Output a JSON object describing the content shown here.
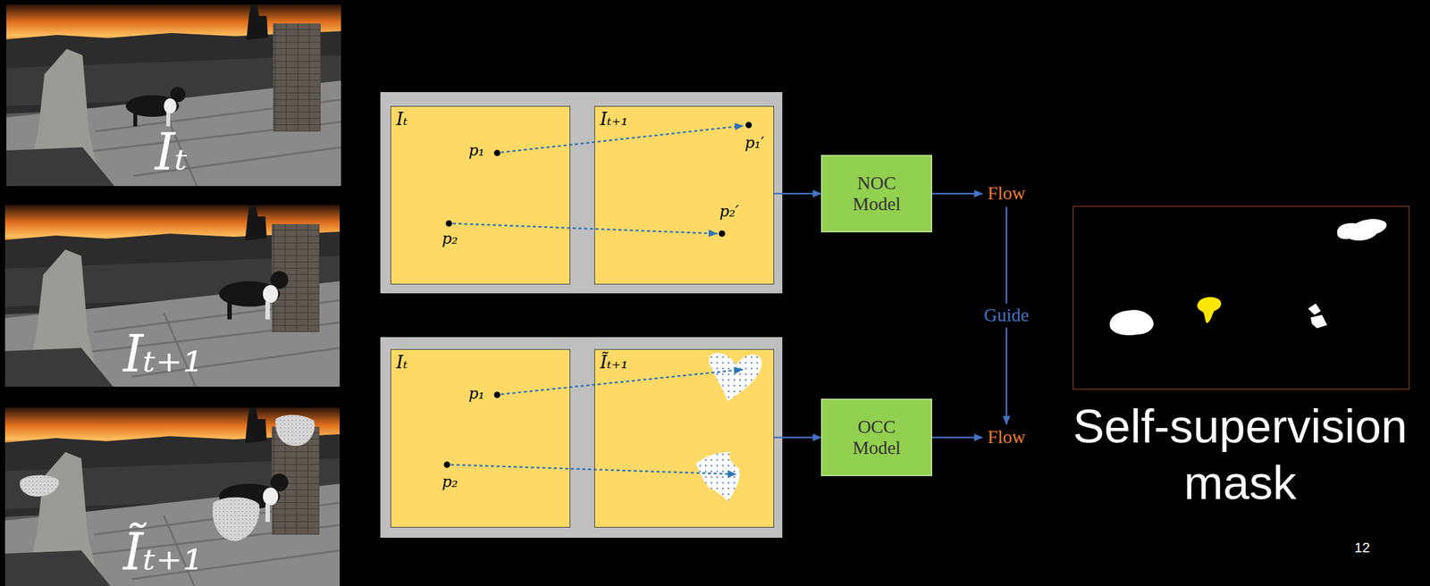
{
  "diagram": {
    "nodes": [
      {
        "text": [
          "Iₜ",
          "p₁",
          "p₂"
        ]
      },
      {
        "text": [
          "Iₜ₊₁",
          "p₁′",
          "p₂′"
        ]
      },
      {
        "text": [
          "NOC Model"
        ]
      },
      {
        "text": [
          "Flow"
        ]
      },
      {
        "text": [
          "Iₜ",
          "p₁",
          "p₂"
        ]
      },
      {
        "text": [
          "Ĩₜ₊₁"
        ]
      },
      {
        "text": [
          "OCC Model"
        ]
      },
      {
        "text": [
          "Flow"
        ]
      }
    ],
    "edges": [
      {
        "from": 1,
        "to": 2,
        "arrow": "to"
      },
      {
        "from": 2,
        "to": 3,
        "arrow": "to"
      },
      {
        "from": 3,
        "to": 7,
        "label": "Guide",
        "arrow": "to"
      },
      {
        "from": 5,
        "to": 6,
        "arrow": "to"
      },
      {
        "from": 6,
        "to": 7,
        "arrow": "to"
      }
    ],
    "labels": [
      "Iₜ",
      "Iₜ₊₁",
      "Ĩₜ₊₁",
      "Self-supervision mask",
      "12"
    ]
  }
}
